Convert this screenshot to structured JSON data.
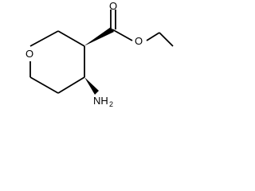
{
  "molecule": {
    "atoms": {
      "ring_oxygen": "O",
      "carbonyl_oxygen": "O",
      "ester_oxygen": "O",
      "amine": "NH",
      "amine_subscript": "2"
    },
    "colors": {
      "bond": "#000000",
      "background": "#ffffff"
    }
  }
}
